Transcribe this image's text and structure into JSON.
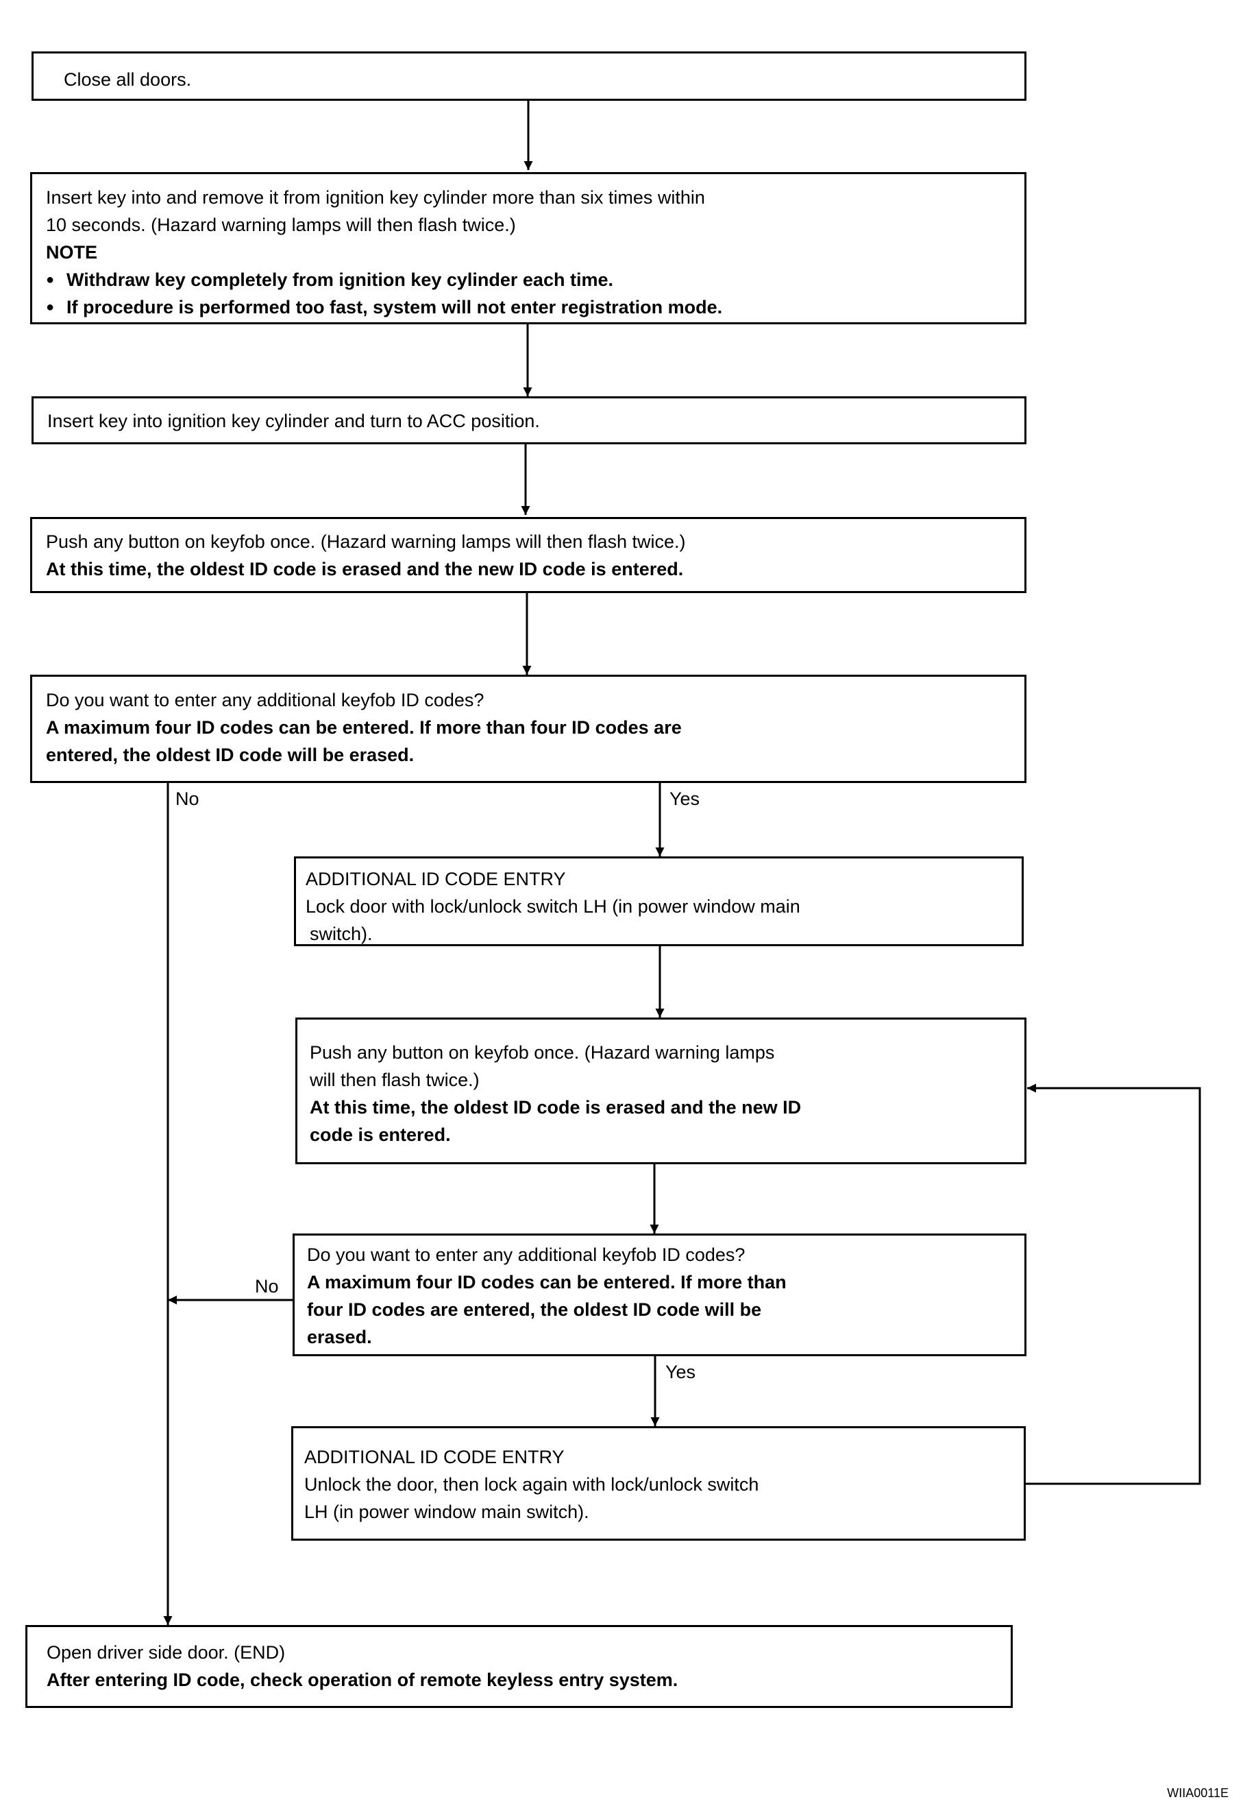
{
  "step1": {
    "text": "Close all doors."
  },
  "step2": {
    "line1": "Insert key into and remove it from ignition key cylinder more than six times within",
    "line2": "10 seconds. (Hazard warning lamps will then flash twice.)",
    "note_label": "NOTE",
    "note_items": [
      "Withdraw key completely from ignition key cylinder each time.",
      "If procedure is performed too fast, system will not enter registration mode."
    ]
  },
  "step3": {
    "text": "Insert key into ignition key cylinder and turn to ACC position."
  },
  "step4": {
    "line1": "Push any button on keyfob once. (Hazard warning lamps will then flash twice.)",
    "line2": "At this time, the oldest ID code is erased and the new ID code is entered."
  },
  "decision1": {
    "line1": "Do you want to enter any additional keyfob ID codes?",
    "line2": "A maximum four ID codes can be entered. If more than four ID codes are",
    "line3": "entered, the oldest ID code will be erased."
  },
  "labels": {
    "no": "No",
    "yes": "Yes"
  },
  "entry1": {
    "title": "ADDITIONAL ID CODE ENTRY",
    "line1": "Lock door with lock/unlock switch LH (in power window main",
    "line2": "switch)."
  },
  "step5": {
    "line1": "Push any button on keyfob once. (Hazard warning lamps",
    "line2": "will then flash twice.)",
    "line3": "At this time, the oldest ID code is erased and the new ID",
    "line4": "code is entered."
  },
  "decision2": {
    "line1": "Do you want to enter any additional keyfob ID codes?",
    "line2": "A maximum four ID codes can be entered. If more than",
    "line3": "four ID codes are entered, the oldest ID code will be",
    "line4": "erased."
  },
  "entry2": {
    "title": "ADDITIONAL ID CODE ENTRY",
    "line1": "Unlock the door, then lock again with lock/unlock switch",
    "line2": "LH (in power window main switch)."
  },
  "end": {
    "line1": "Open driver side door. (END)",
    "line2": "After entering ID code, check operation of remote keyless entry system."
  },
  "figure_code": "WIIA0011E"
}
